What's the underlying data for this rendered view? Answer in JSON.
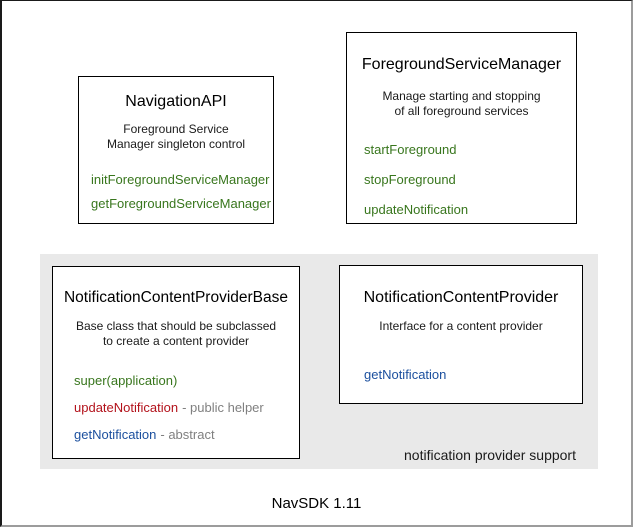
{
  "diagram": {
    "caption": "NavSDK 1.11",
    "colors": {
      "method_green": "#38761d",
      "method_red": "#b3121b",
      "method_blue": "#1b4f9e",
      "annotation_gray": "#808080",
      "panel_background": "#e9e9e9",
      "box_border": "#000000"
    },
    "boxes": {
      "navigation_api": {
        "title": "NavigationAPI",
        "description": [
          "Foreground Service",
          "Manager singleton control"
        ],
        "methods": [
          {
            "label": "initForegroundServiceManager",
            "color": "green"
          },
          {
            "label": "getForegroundServiceManager",
            "color": "green"
          }
        ]
      },
      "foreground_service_manager": {
        "title": "ForegroundServiceManager",
        "description": [
          "Manage starting and stopping",
          "of all foreground services"
        ],
        "methods": [
          {
            "label": "startForeground",
            "color": "green"
          },
          {
            "label": "stopForeground",
            "color": "green"
          },
          {
            "label": "updateNotification",
            "color": "green"
          }
        ]
      },
      "notification_content_provider_base": {
        "title": "NotificationContentProviderBase",
        "description": [
          "Base class that should be subclassed",
          "to create a content provider"
        ],
        "methods": [
          {
            "label": "super(application)",
            "color": "green",
            "annotation": ""
          },
          {
            "label": "updateNotification",
            "color": "red",
            "annotation": "- public helper"
          },
          {
            "label": "getNotification",
            "color": "blue",
            "annotation": "- abstract"
          }
        ]
      },
      "notification_content_provider": {
        "title": "NotificationContentProvider",
        "description": [
          "Interface for a content provider"
        ],
        "methods": [
          {
            "label": "getNotification",
            "color": "blue"
          }
        ]
      }
    },
    "panel": {
      "label": "notification provider support"
    }
  }
}
